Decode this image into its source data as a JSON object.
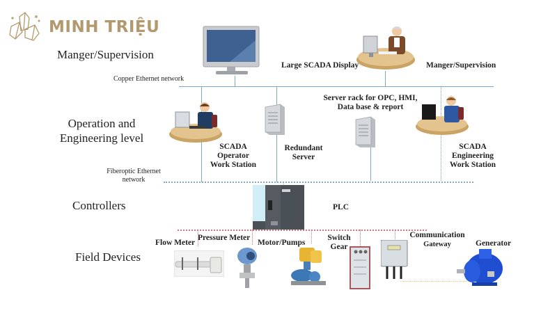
{
  "brand": {
    "name": "MINH TRIỆU",
    "logo_icon": "crystal-logo-icon",
    "color": "#b39a6e"
  },
  "levels": {
    "management": "Manger/Supervision",
    "operation_line1": "Operation and",
    "operation_line2": "Engineering level",
    "controllers": "Controllers",
    "field": "Field Devices"
  },
  "networks": {
    "copper": "Copper Ethernet network",
    "fiber_line1": "Fiberoptic Ethernet",
    "fiber_line2": "network"
  },
  "nodes": {
    "large_display": "Large SCADA Display",
    "manager_station": "Manger/Supervision",
    "server_rack_line1": "Server rack for OPC, HMI,",
    "server_rack_line2": "Data base & report",
    "operator_line1": "SCADA",
    "operator_line2": "Operator",
    "operator_line3": "Work Station",
    "redundant_line1": "Redundant",
    "redundant_line2": "Server",
    "engineering_line1": "SCADA",
    "engineering_line2": "Engineering",
    "engineering_line3": "Work Station",
    "plc": "PLC"
  },
  "field_devices": {
    "flow_meter": "Flow Meter",
    "pressure_meter": "Pressure Meter",
    "motor_pumps": "Motor/Pumps",
    "switch_gear_line1": "Switch",
    "switch_gear_line2": "Gear",
    "gateway_line1": "Communication",
    "gateway_line2": "Gateway",
    "generator": "Generator"
  },
  "colors": {
    "copper_network": "#7ea7c9",
    "fiber_network": "#7ea7c9",
    "field_bus": "#d9747e",
    "gateway_link": "#e0c96a"
  }
}
